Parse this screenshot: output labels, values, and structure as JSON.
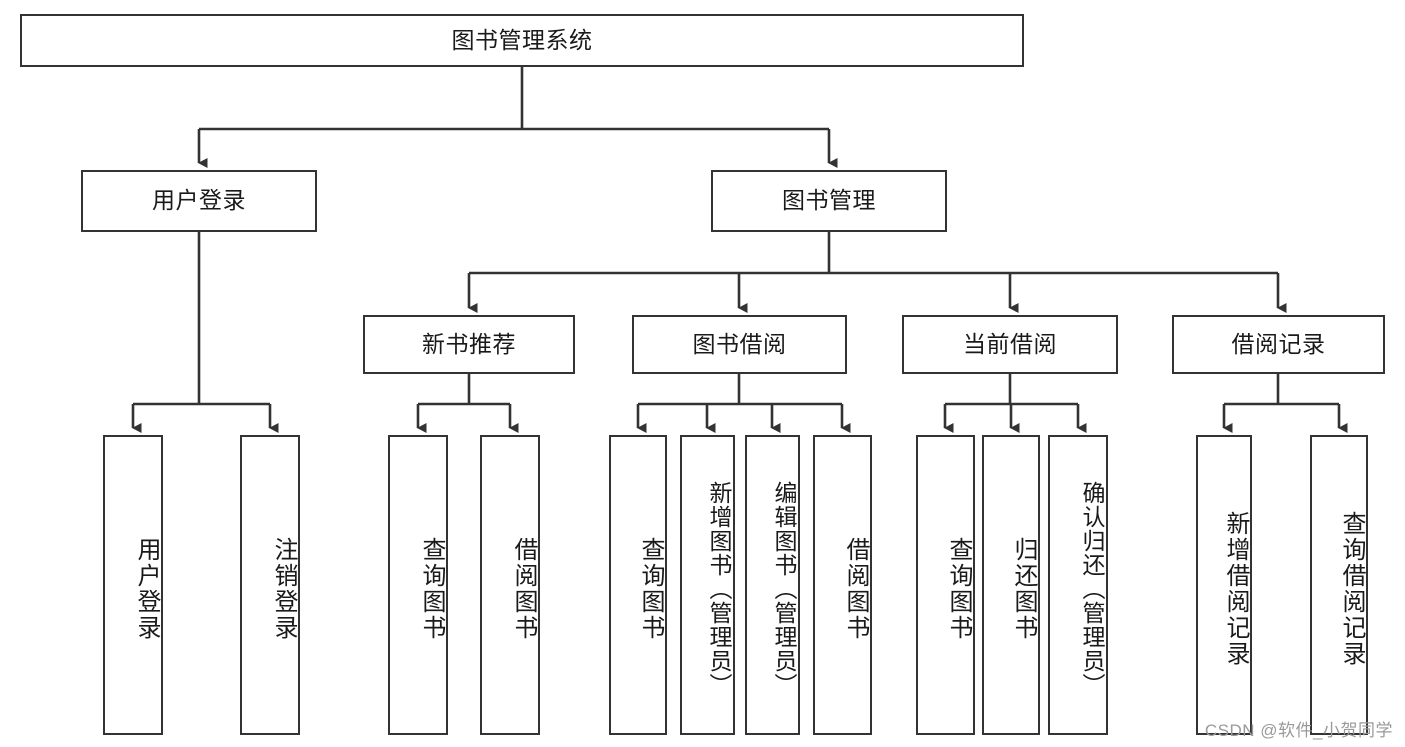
{
  "diagram": {
    "title": "图书管理系统",
    "type": "tree-hierarchy-diagram",
    "colors": {
      "box_border": "#333333",
      "box_fill": "#ffffff",
      "connector": "#333333",
      "text": "#1a1a1a",
      "watermark": "#9a9a9a"
    },
    "root": {
      "label": "图书管理系统"
    },
    "level2": [
      {
        "label": "用户登录"
      },
      {
        "label": "图书管理"
      }
    ],
    "level3": [
      {
        "label": "新书推荐"
      },
      {
        "label": "图书借阅"
      },
      {
        "label": "当前借阅"
      },
      {
        "label": "借阅记录"
      }
    ],
    "leaves": {
      "user_login": [
        {
          "label": "用户登录"
        },
        {
          "label": "注销登录"
        }
      ],
      "new_book_recommend": [
        {
          "label": "查询图书"
        },
        {
          "label": "借阅图书"
        }
      ],
      "book_borrow": [
        {
          "label": "查询图书"
        },
        {
          "label": "新增图书（管理员）"
        },
        {
          "label": "编辑图书（管理员）"
        },
        {
          "label": "借阅图书"
        }
      ],
      "current_borrow": [
        {
          "label": "查询图书"
        },
        {
          "label": "归还图书"
        },
        {
          "label": "确认归还（管理员）"
        }
      ],
      "borrow_record": [
        {
          "label": "新增借阅记录"
        },
        {
          "label": "查询借阅记录"
        }
      ]
    }
  },
  "watermark": {
    "text": "CSDN @软件_小贺同学"
  }
}
